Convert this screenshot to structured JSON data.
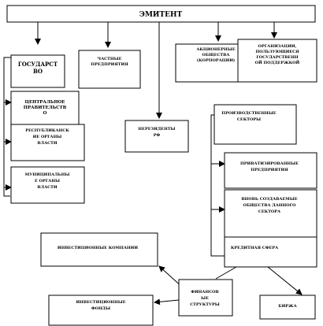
{
  "diagram": {
    "top": "ЭМИТЕНТ",
    "state": [
      "ГОСУДАРСТ",
      "ВО"
    ],
    "private_enterprises": [
      "ЧАСТНЫЕ",
      "ПРЕДПРИЯТИЯ"
    ],
    "joint_stock": [
      "АКЦИОНЕРНЫЕ",
      "ОБЩЕСТВА",
      "(КОРПОРАЦИИ)"
    ],
    "supported_orgs": [
      "ОРГАНИЗАЦИИ,",
      "ПОЛЬЗУЮЩИЕСЯ",
      "ГОСУДАРСТВЕНН",
      "ОЙ ПОДДЕРЖКОЙ"
    ],
    "central_gov": [
      "ЦЕНТРАЛЬНОЕ",
      "ПРАВИТЕЛЬСТВ",
      "О"
    ],
    "republic_bodies": [
      "РЕСПУБЛИКАНСК",
      "ИЕ ОРГАНЫ",
      "ВЛАСТИ"
    ],
    "municipal_bodies": [
      "МУНИЦИПАЛЬНЫ",
      "Е ОРГАНЫ",
      "ВЛАСТИ"
    ],
    "nonresidents": [
      "НЕРЕЗИДЕНТЫ",
      "РФ"
    ],
    "production_sectors": [
      "ПРОИЗВОДСТВЕННЫЕ",
      "СЕКТОРЫ"
    ],
    "privatized": [
      "ПРИВАТИЗИРОВАННЫЕ",
      "ПРЕДПРИЯТИЯ"
    ],
    "new_companies": [
      "ВНОВЬ СОЗДАВАЕМЫЕ",
      "ОБЩЕСТВА ДАННОГО",
      "СЕКТОРА"
    ],
    "credit_sphere": [
      "КРЕДИТНАЯ СФЕРА"
    ],
    "investment_companies": [
      "ИНВЕСТИЦИОННЫЕ КОМПАНИИ"
    ],
    "financial_structures": [
      "ФИНАНСОВ",
      "ЫЕ",
      "СТРУКТУРЫ"
    ],
    "investment_funds": [
      "ИНВЕСТИЦИОННЫЕ",
      "ФОНДЫ"
    ],
    "exchange": [
      "БИРЖА"
    ]
  }
}
